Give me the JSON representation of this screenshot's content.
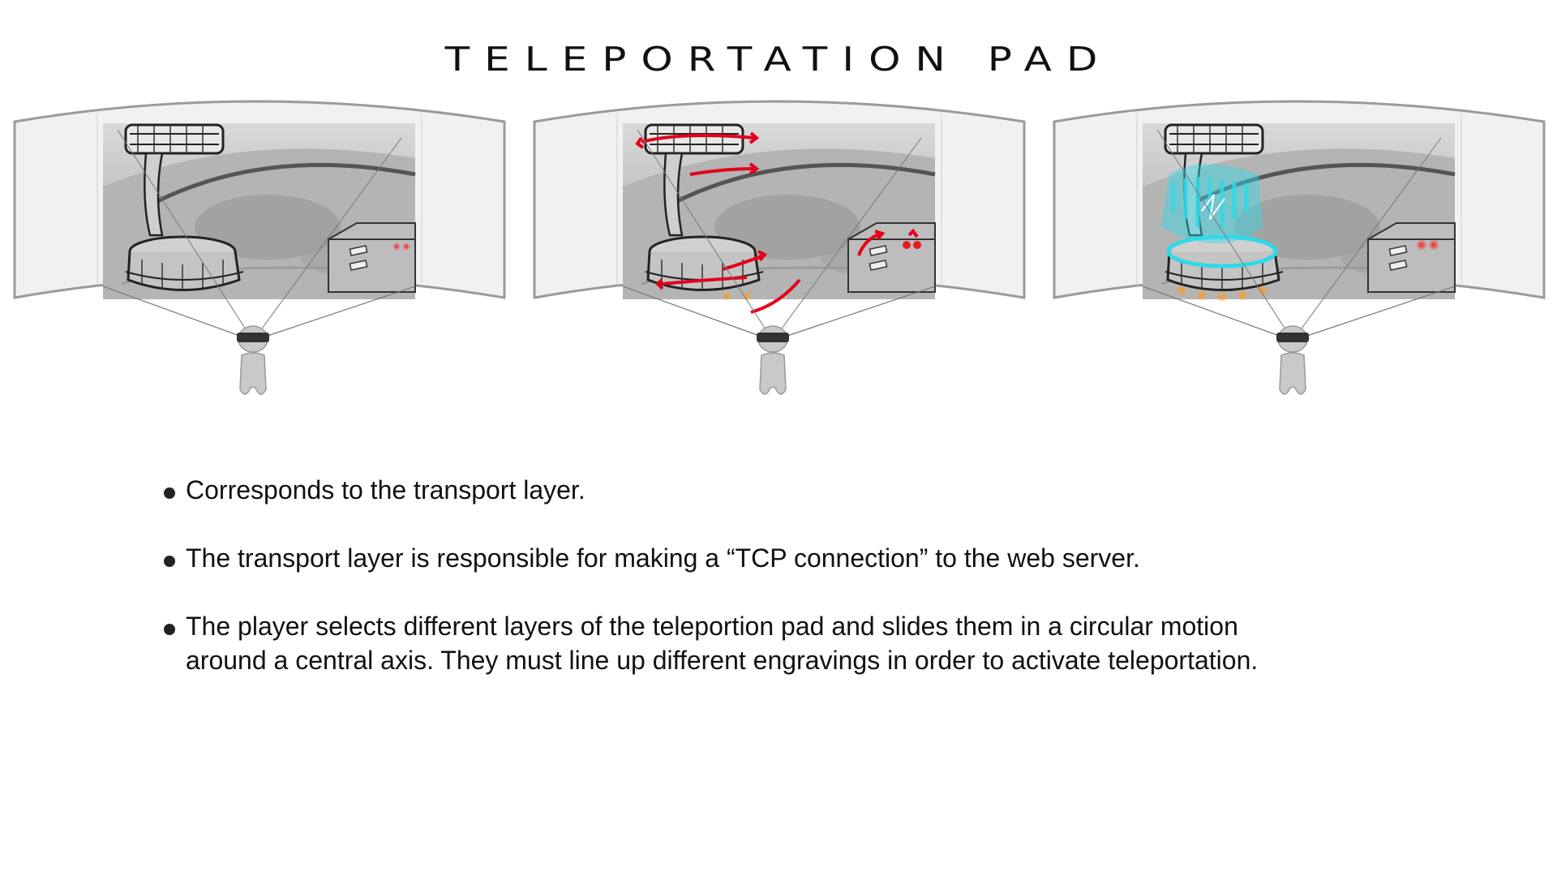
{
  "title": "TELEPORTATION PAD",
  "panels": [
    {
      "step": "default",
      "icons": [
        "teleport-pad-icon",
        "control-panel-icon",
        "player-headset-icon"
      ]
    },
    {
      "step": "rotate-layers",
      "icons": [
        "rotation-arrow-icon",
        "control-panel-icon",
        "player-headset-icon"
      ]
    },
    {
      "step": "activated",
      "icons": [
        "teleport-energy-icon",
        "control-panel-icon",
        "player-headset-icon"
      ]
    }
  ],
  "colors": {
    "arrow": "#e3001b",
    "energy": "#2fd9e8",
    "glow": "#ff9a1f",
    "light": "#e51b1b"
  },
  "bullets": [
    "Corresponds to the transport layer.",
    "The transport layer is responsible for making a “TCP connection” to the web server.",
    "The player selects different layers of the teleportion pad and slides them in a circular motion\naround a central axis. They must line up different engravings in order to activate teleportation."
  ]
}
